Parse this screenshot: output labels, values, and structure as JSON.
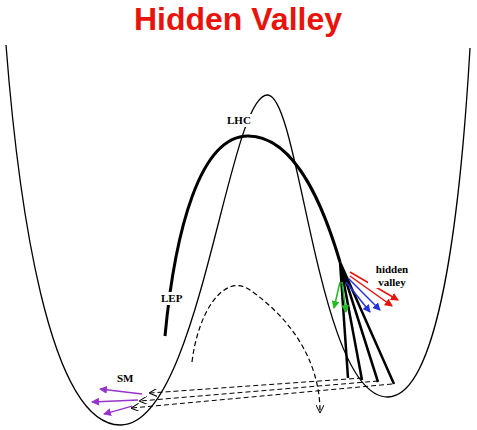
{
  "diagram": {
    "title": "Hidden Valley",
    "labels": [
      "LHC",
      "LEP",
      "hidden valley",
      "SM"
    ]
  }
}
